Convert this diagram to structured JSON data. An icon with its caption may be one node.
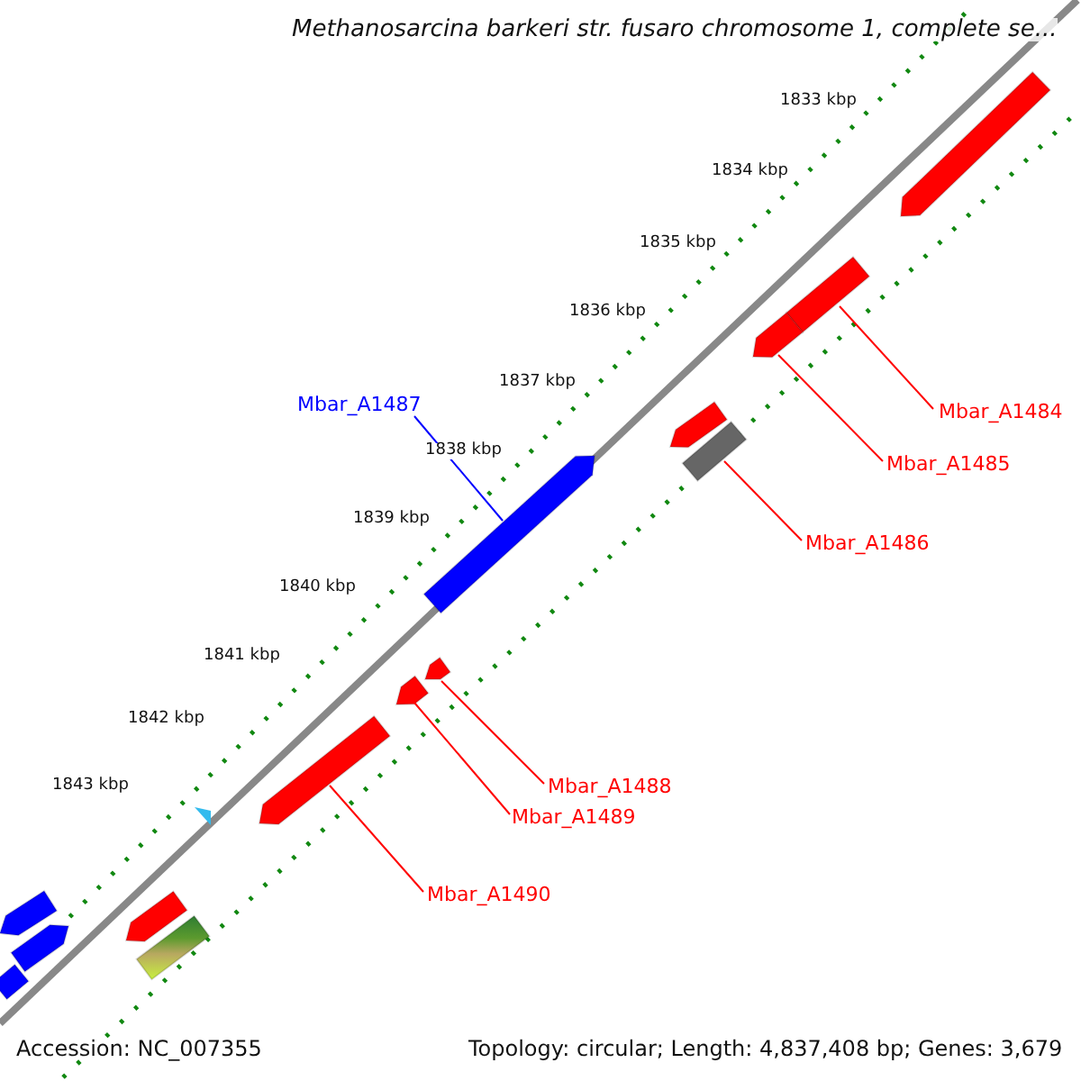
{
  "diagram": {
    "title": "Methanosarcina barkeri str. fusaro chromosome 1, complete se...",
    "nodes": [
      {
        "text": [
          "Mbar_A1484"
        ]
      },
      {
        "text": [],
        "shape": "bar"
      },
      {
        "text": [
          "Mbar_A1485"
        ]
      },
      {
        "text": [],
        "shape": "bar"
      },
      {
        "text": [
          "Mbar_A1486"
        ]
      },
      {
        "text": [],
        "shape": "bar"
      },
      {
        "text": [
          "Mbar_A1487"
        ]
      },
      {
        "text": [],
        "shape": "bar"
      },
      {
        "text": [
          "Mbar_A1488"
        ]
      },
      {
        "text": [],
        "shape": "bar"
      },
      {
        "text": [
          "Mbar_A1489"
        ]
      },
      {
        "text": [],
        "shape": "bar"
      },
      {
        "text": [
          "Mbar_A1490"
        ]
      },
      {
        "text": [],
        "shape": "bar"
      },
      {
        "text": [],
        "shape": "bar"
      },
      {
        "text": [],
        "shape": "bar"
      },
      {
        "text": [],
        "shape": "bar"
      },
      {
        "text": [],
        "shape": "bar"
      },
      {
        "text": [],
        "shape": "bar"
      },
      {
        "text": [],
        "shape": "bar"
      },
      {
        "text": [],
        "shape": "triangle"
      },
      {
        "text": [],
        "shape": "bar"
      }
    ],
    "edges": [
      {
        "from": 0,
        "to": 1,
        "arrow": "none"
      },
      {
        "from": 2,
        "to": 3,
        "arrow": "none"
      },
      {
        "from": 4,
        "to": 5,
        "arrow": "none"
      },
      {
        "from": 6,
        "to": 7,
        "arrow": "none",
        "color": "#0000ff"
      },
      {
        "from": 8,
        "to": 9,
        "arrow": "none"
      },
      {
        "from": 10,
        "to": 11,
        "arrow": "none"
      },
      {
        "from": 12,
        "to": 13,
        "arrow": "none"
      }
    ],
    "labels": [
      "1833 kbp",
      "1834 kbp",
      "1835 kbp",
      "1836 kbp",
      "1837 kbp",
      "1838 kbp",
      "1839 kbp",
      "1840 kbp",
      "1841 kbp",
      "1842 kbp",
      "1843 kbp",
      "Accession: NC_007355",
      "Topology: circular; Length: 4,837,408 bp; Genes: 3,679"
    ]
  }
}
